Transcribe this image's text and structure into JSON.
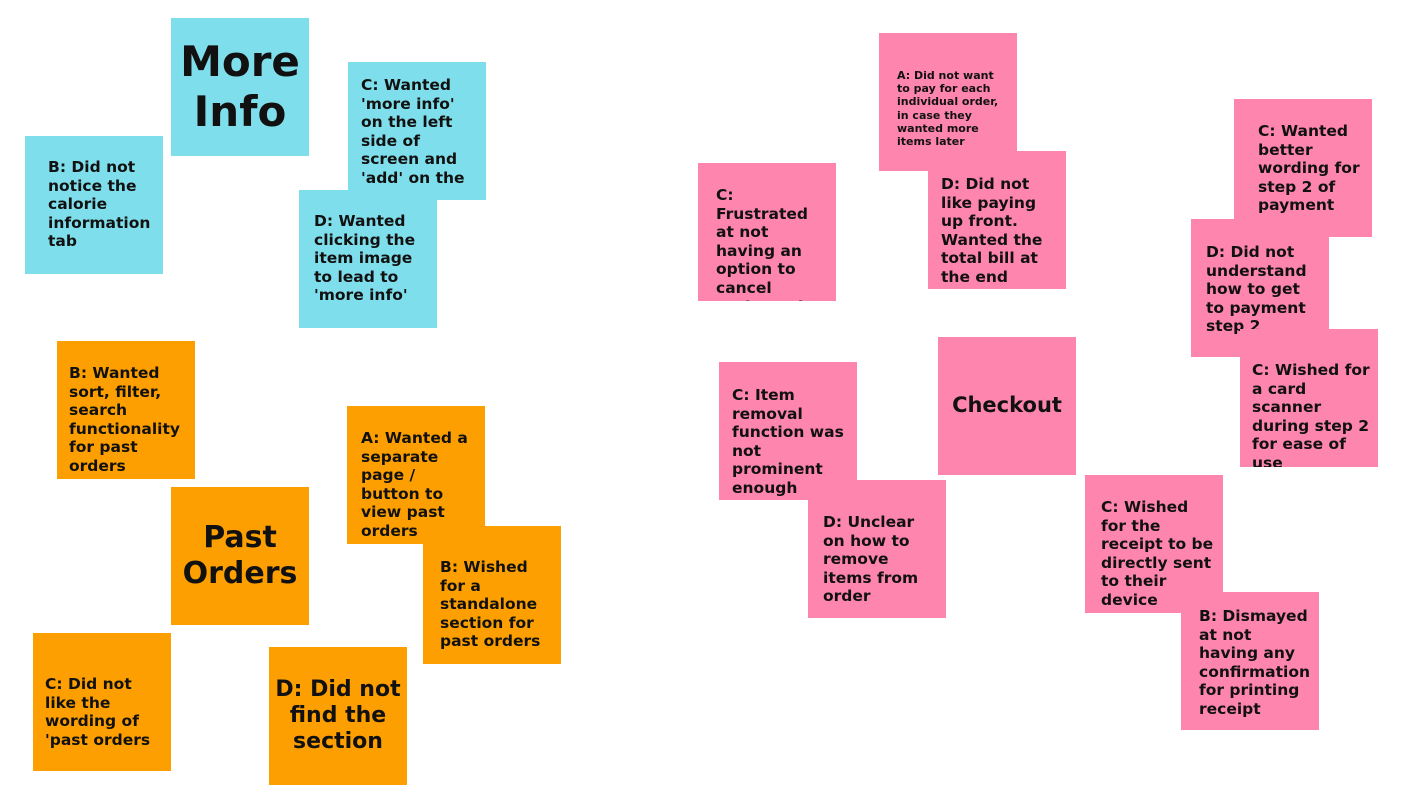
{
  "colors": {
    "more_info": "#7fdeeb",
    "past_orders": "#fd9f00",
    "checkout": "#fe85ae"
  },
  "more_info": {
    "title": "More Info",
    "notes": [
      "B: Did not notice the calorie information tab",
      "C: Wanted 'more info' on the left side of screen and 'add' on the right",
      "D: Wanted clicking the item image to lead to 'more info'"
    ]
  },
  "past_orders": {
    "title": "Past Orders",
    "notes": [
      "B: Wanted sort, filter, search functionality for past orders",
      "A: Wanted a separate page / button to view past orders",
      "B: Wished for a standalone section for past orders",
      "C: Did not like the wording of 'past orders",
      "D: Did not find the section"
    ]
  },
  "checkout": {
    "title": "Checkout",
    "notes": [
      "A: Did not want to pay for each individual order, in case they wanted more items later",
      "D: Did not like paying up front. Wanted the total bill at the end",
      "C: Frustrated at not having an option to cancel entire order",
      "C: Wanted better wording for step 2 of payment",
      "D: Did not understand how to get to payment step 2",
      "C: Wished for a card scanner during step 2 for ease of use",
      "C: Item removal function was not prominent enough",
      "D: Unclear on how to remove items from order",
      "C: Wished for the receipt to be directly sent to their device",
      "B: Dismayed at not having any confirmation for printing receipt"
    ]
  }
}
